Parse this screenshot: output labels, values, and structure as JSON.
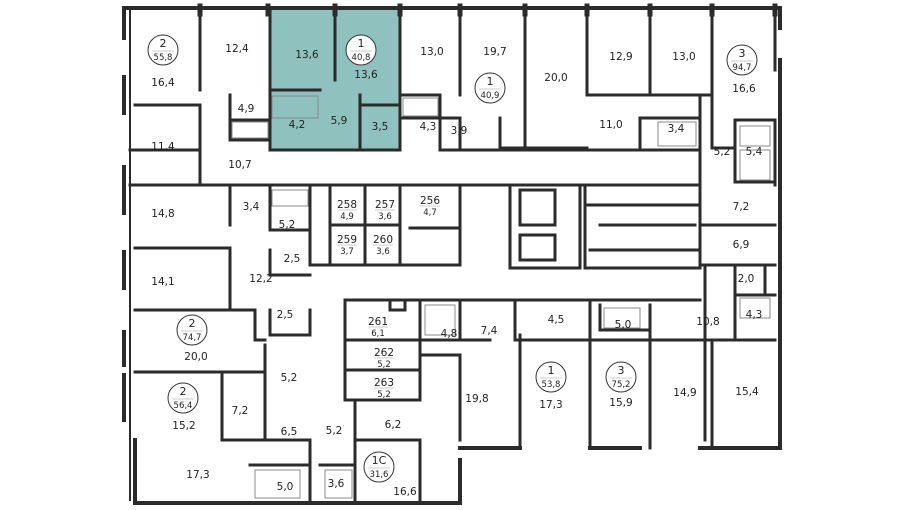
{
  "colors": {
    "wall": "#2b2b2b",
    "highlight": "#8fc2bf",
    "badge_stroke": "#333333",
    "background": "#ffffff"
  },
  "apartments": [
    {
      "rooms": "2",
      "area": "55,8"
    },
    {
      "rooms": "1",
      "area": "40,8"
    },
    {
      "rooms": "1",
      "area": "40,9"
    },
    {
      "rooms": "3",
      "area": "94,7"
    },
    {
      "rooms": "2",
      "area": "74,7"
    },
    {
      "rooms": "2",
      "area": "56,4"
    },
    {
      "rooms": "1",
      "area": "53,8"
    },
    {
      "rooms": "3",
      "area": "75,2"
    },
    {
      "rooms": "1С",
      "area": "31,6"
    }
  ],
  "storage_units": [
    {
      "number": "258",
      "area": "4,9"
    },
    {
      "number": "257",
      "area": "3,6"
    },
    {
      "number": "256",
      "area": "4,7"
    },
    {
      "number": "259",
      "area": "3,7"
    },
    {
      "number": "260",
      "area": "3,6"
    },
    {
      "number": "261",
      "area": "6,1"
    },
    {
      "number": "262",
      "area": "5,2"
    },
    {
      "number": "263",
      "area": "5,2"
    }
  ],
  "room_areas": [
    "16,4",
    "12,4",
    "13,6",
    "13,6",
    "13,0",
    "19,7",
    "20,0",
    "12,9",
    "13,0",
    "16,6",
    "4,9",
    "4,2",
    "5,9",
    "3,5",
    "4,3",
    "3,9",
    "11,0",
    "3,4",
    "11,4",
    "10,7",
    "5,2",
    "5,4",
    "14,8",
    "3,4",
    "5,2",
    "7,2",
    "2,5",
    "6,9",
    "14,1",
    "12,2",
    "2,0",
    "4,3",
    "2,5",
    "4,8",
    "7,4",
    "4,5",
    "5,0",
    "10,8",
    "20,0",
    "5,2",
    "19,8",
    "17,3",
    "15,9",
    "14,9",
    "15,4",
    "15,2",
    "7,2",
    "6,5",
    "5,2",
    "6,2",
    "17,3",
    "5,0",
    "3,6",
    "16,6"
  ]
}
